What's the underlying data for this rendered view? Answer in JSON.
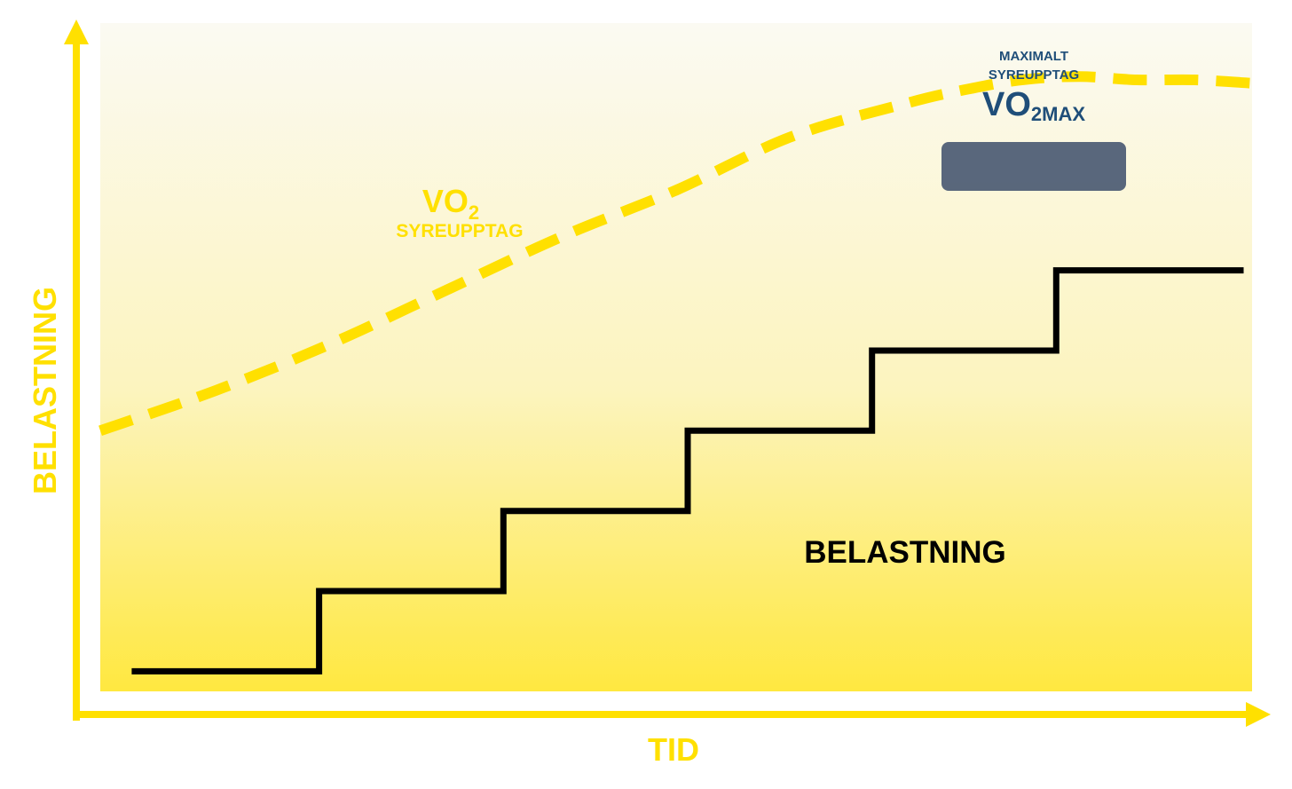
{
  "chart_data": {
    "type": "line",
    "xlabel": "TID",
    "ylabel": "BELASTNING",
    "series": [
      {
        "name": "BELASTNING",
        "kind": "step",
        "steps": [
          {
            "start": 0.03,
            "end": 0.19,
            "level": 0.03
          },
          {
            "start": 0.19,
            "end": 0.35,
            "level": 0.15
          },
          {
            "start": 0.35,
            "end": 0.51,
            "level": 0.27
          },
          {
            "start": 0.51,
            "end": 0.67,
            "level": 0.39
          },
          {
            "start": 0.67,
            "end": 0.83,
            "level": 0.51
          },
          {
            "start": 0.83,
            "end": 0.99,
            "level": 0.63
          }
        ]
      },
      {
        "name": "VO2 SYREUPPTAG",
        "kind": "dashed-curve",
        "x": [
          0.0,
          0.1,
          0.2,
          0.3,
          0.4,
          0.5,
          0.6,
          0.7,
          0.75,
          0.8,
          0.85,
          0.9,
          0.95,
          1.0
        ],
        "y": [
          0.39,
          0.45,
          0.52,
          0.6,
          0.68,
          0.75,
          0.83,
          0.88,
          0.9,
          0.915,
          0.92,
          0.915,
          0.915,
          0.91
        ]
      }
    ],
    "colors": {
      "axis": "#FFE000",
      "vo2_curve": "#FFE000",
      "load_line": "#000000",
      "vo2max_box": "#4B5A73",
      "vo2max_text": "#1F4E79",
      "bg_top": "#FBFAF2",
      "bg_bottom": "#FFE840"
    }
  },
  "labels": {
    "x_axis": "TID",
    "y_axis": "BELASTNING",
    "load_series": "BELASTNING",
    "vo2_main": "VO",
    "vo2_sub": "2",
    "vo2_caption": "SYREUPPTAG",
    "vo2max_caption_1": "MAXIMALT",
    "vo2max_caption_2": "SYREUPPTAG",
    "vo2max_main": "VO",
    "vo2max_sub": "2MAX"
  }
}
